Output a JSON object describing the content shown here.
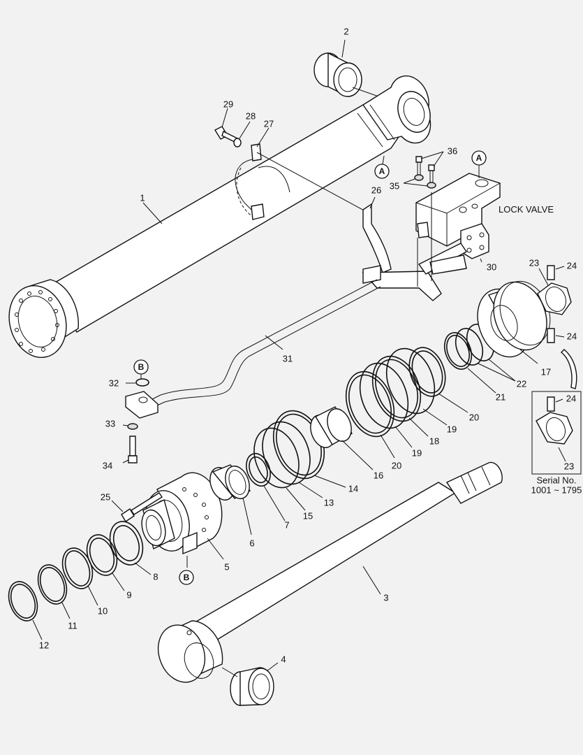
{
  "diagram": {
    "lock_valve_label": "LOCK VALVE",
    "serial_caption_line1": "Serial No.",
    "serial_caption_line2": "1001 ~ 1795",
    "callouts": {
      "A": "A",
      "B": "B"
    },
    "part_numbers": {
      "p1": "1",
      "p2": "2",
      "p3": "3",
      "p4": "4",
      "p5": "5",
      "p6": "6",
      "p7": "7",
      "p8": "8",
      "p9": "9",
      "p10": "10",
      "p11": "11",
      "p12": "12",
      "p13": "13",
      "p14": "14",
      "p15": "15",
      "p16": "16",
      "p17": "17",
      "p18": "18",
      "p19a": "19",
      "p19b": "19",
      "p20a": "20",
      "p20b": "20",
      "p21": "21",
      "p22": "22",
      "p23a": "23",
      "p23b": "23",
      "p24a": "24",
      "p24b": "24",
      "p24c": "24",
      "p25": "25",
      "p26": "26",
      "p27": "27",
      "p28": "28",
      "p29": "29",
      "p30": "30",
      "p31": "31",
      "p32": "32",
      "p33": "33",
      "p34": "34",
      "p35": "35",
      "p36": "36"
    }
  }
}
